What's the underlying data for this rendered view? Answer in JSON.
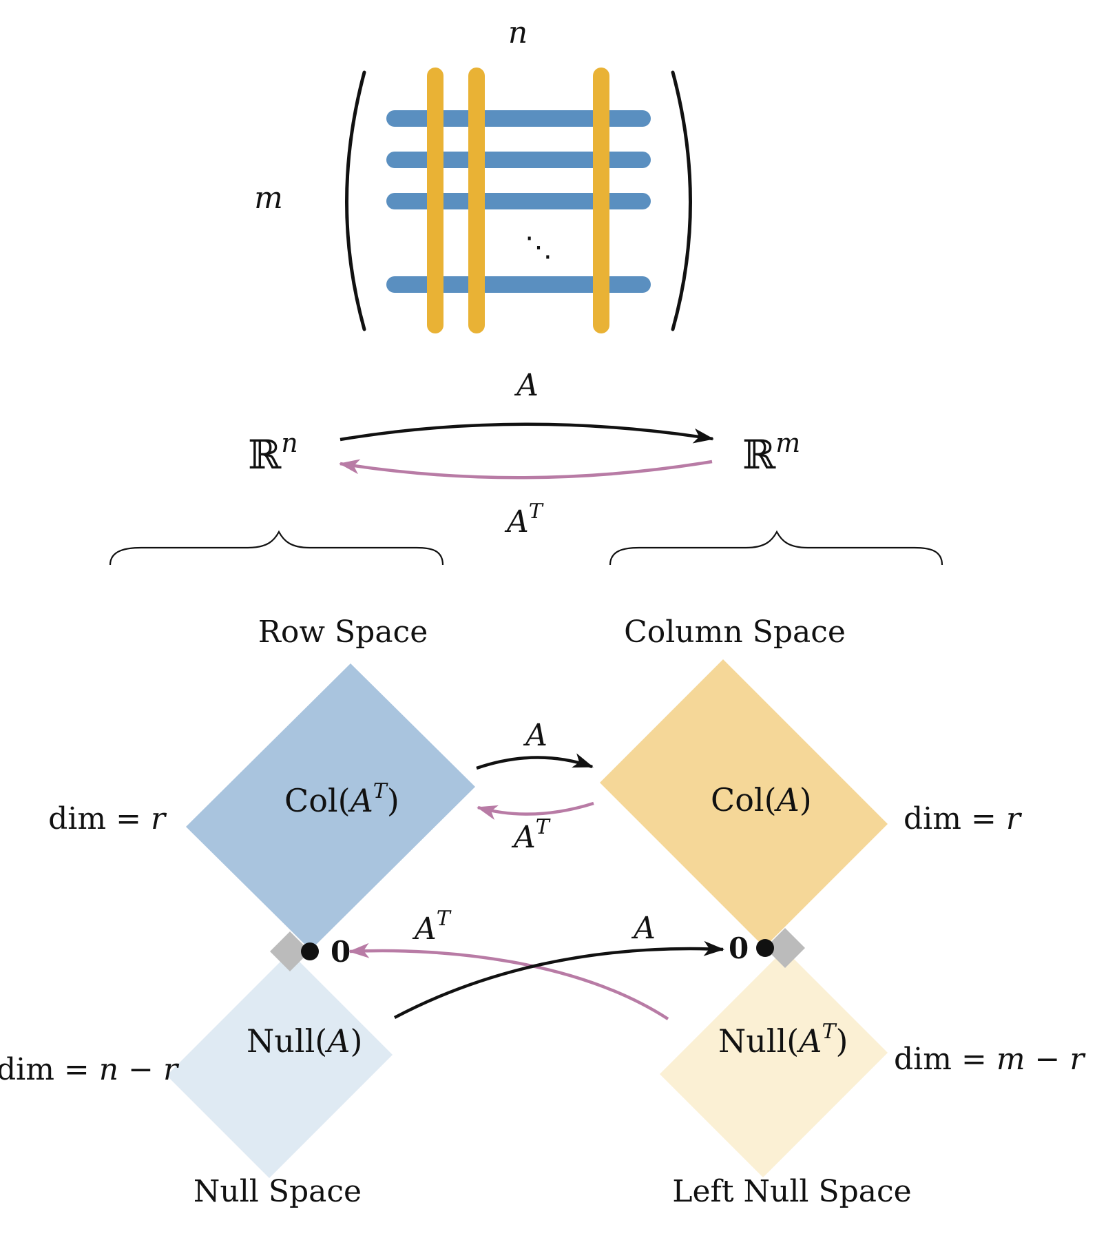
{
  "colors": {
    "row_blue": "#5a8fc0",
    "col_gold": "#e9b235",
    "row_space_fill": "#a9c4de",
    "null_space_fill": "#dfeaf3",
    "col_space_fill": "#f5d798",
    "left_null_fill": "#fbf0d4",
    "transpose_arrow": "#b87ba5",
    "zero_square": "#bbbbbb",
    "ink": "#111111"
  },
  "matrix": {
    "n_label": "n",
    "m_label": "m",
    "dots": "⋱"
  },
  "top_map": {
    "domain_base": "ℝ",
    "domain_sup": "n",
    "codomain_base": "ℝ",
    "codomain_sup": "m",
    "forward_label": "A",
    "back_label": "A",
    "back_sup": "T"
  },
  "spaces": {
    "row_space": {
      "title": "Row Space",
      "inner_pre": "Col(",
      "inner_var": "A",
      "inner_sup": "T",
      "inner_post": ")",
      "dim_prefix": "dim = ",
      "dim_value": "r"
    },
    "column_space": {
      "title": "Column Space",
      "inner_pre": "Col(",
      "inner_var": "A",
      "inner_post": ")",
      "dim_prefix": "dim = ",
      "dim_value": "r"
    },
    "null_space": {
      "title": "Null Space",
      "inner_pre": "Null(",
      "inner_var": "A",
      "inner_post": ")",
      "dim_prefix": "dim = ",
      "dim_value": "n − r"
    },
    "left_null_space": {
      "title": "Left Null Space",
      "inner_pre": "Null(",
      "inner_var": "A",
      "inner_sup": "T",
      "inner_post": ")",
      "dim_prefix": "dim = ",
      "dim_value": "m − r"
    }
  },
  "mid_arrows": {
    "forward_label": "A",
    "back_label": "A",
    "back_sup": "T"
  },
  "zero_arrows": {
    "to_left_zero_label": "A",
    "to_left_zero_sup": "T",
    "to_right_zero_label": "A",
    "zero_left": "0",
    "zero_right": "0"
  }
}
